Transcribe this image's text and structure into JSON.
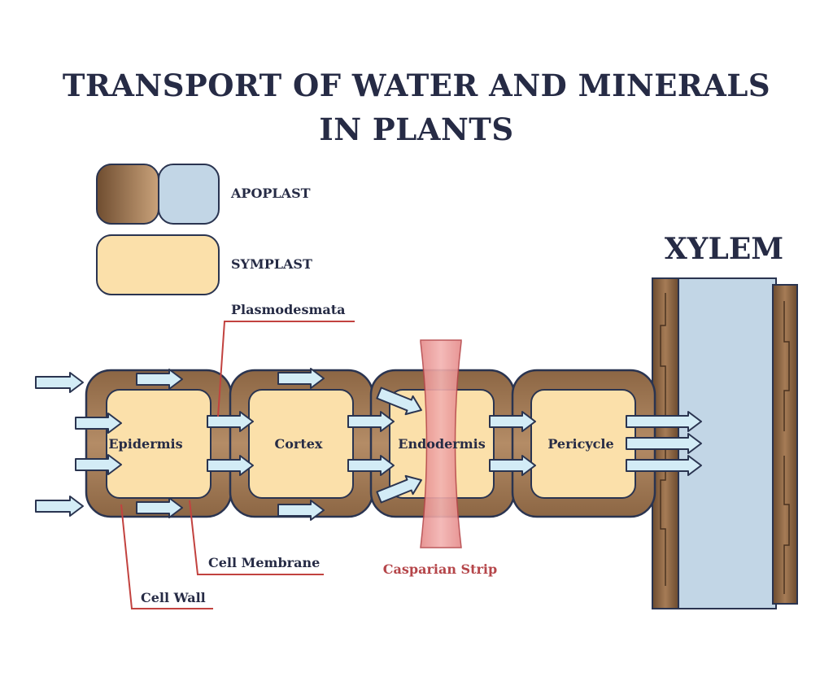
{
  "title": {
    "line1": "TRANSPORT OF WATER AND MINERALS",
    "line2": "IN PLANTS"
  },
  "legend": {
    "apoplast": "APOPLAST",
    "symplast": "SYMPLAST"
  },
  "xylem": "XYLEM",
  "cells": {
    "epidermis": "Epidermis",
    "cortex": "Cortex",
    "endodermis": "Endodermis",
    "pericycle": "Pericycle"
  },
  "labels": {
    "plasmodesmata": "Plasmodesmata",
    "cell_membrane": "Cell Membrane",
    "cell_wall": "Cell Wall",
    "casparian_strip": "Casparian Strip"
  },
  "colors": {
    "title_text": "#262b45",
    "cell_wall_brown": "#a67c56",
    "cell_wall_dark": "#6b4a2e",
    "symplast_fill": "#fbe0aa",
    "apoplast_blue": "#c2d6e6",
    "arrow_fill": "#d3ecf6",
    "arrow_stroke": "#2a3450",
    "casparian_fill": "#eb9a98",
    "leader_line": "#c2423f",
    "casparian_text": "#b5464a"
  }
}
